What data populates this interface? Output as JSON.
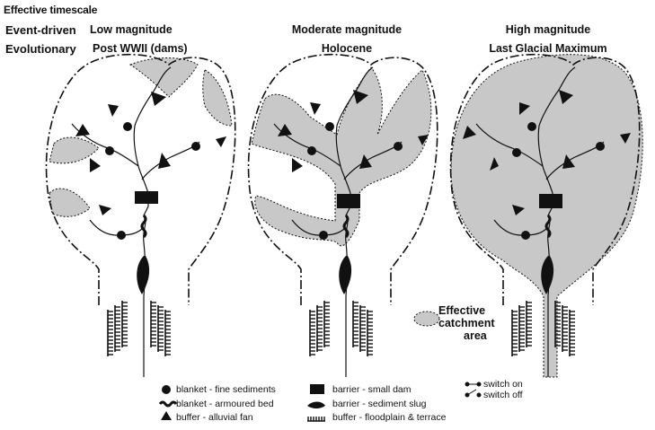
{
  "header": {
    "title": "Effective timescale",
    "row_event": "Event-driven",
    "row_evolutionary": "Evolutionary"
  },
  "panels": [
    {
      "magnitude": "Low magnitude",
      "period": "Post WWII (dams)"
    },
    {
      "magnitude": "Moderate magnitude",
      "period": "Holocene"
    },
    {
      "magnitude": "High magnitude",
      "period": "Last Glacial Maximum"
    }
  ],
  "area_legend": {
    "line1": "Effective",
    "line2": "catchment",
    "line3": "area"
  },
  "legend": {
    "fine_sediments": "blanket - fine sediments",
    "armoured_bed": "blanket - armoured bed",
    "alluvial_fan": "buffer - alluvial fan",
    "small_dam": "barrier - small dam",
    "sediment_slug": "barrier - sediment slug",
    "floodplain": "buffer - floodplain & terrace",
    "switch_on": "switch on",
    "switch_off": "switch off"
  },
  "colors": {
    "catchment_fill": "#c8c8c8",
    "ink": "#111111"
  }
}
